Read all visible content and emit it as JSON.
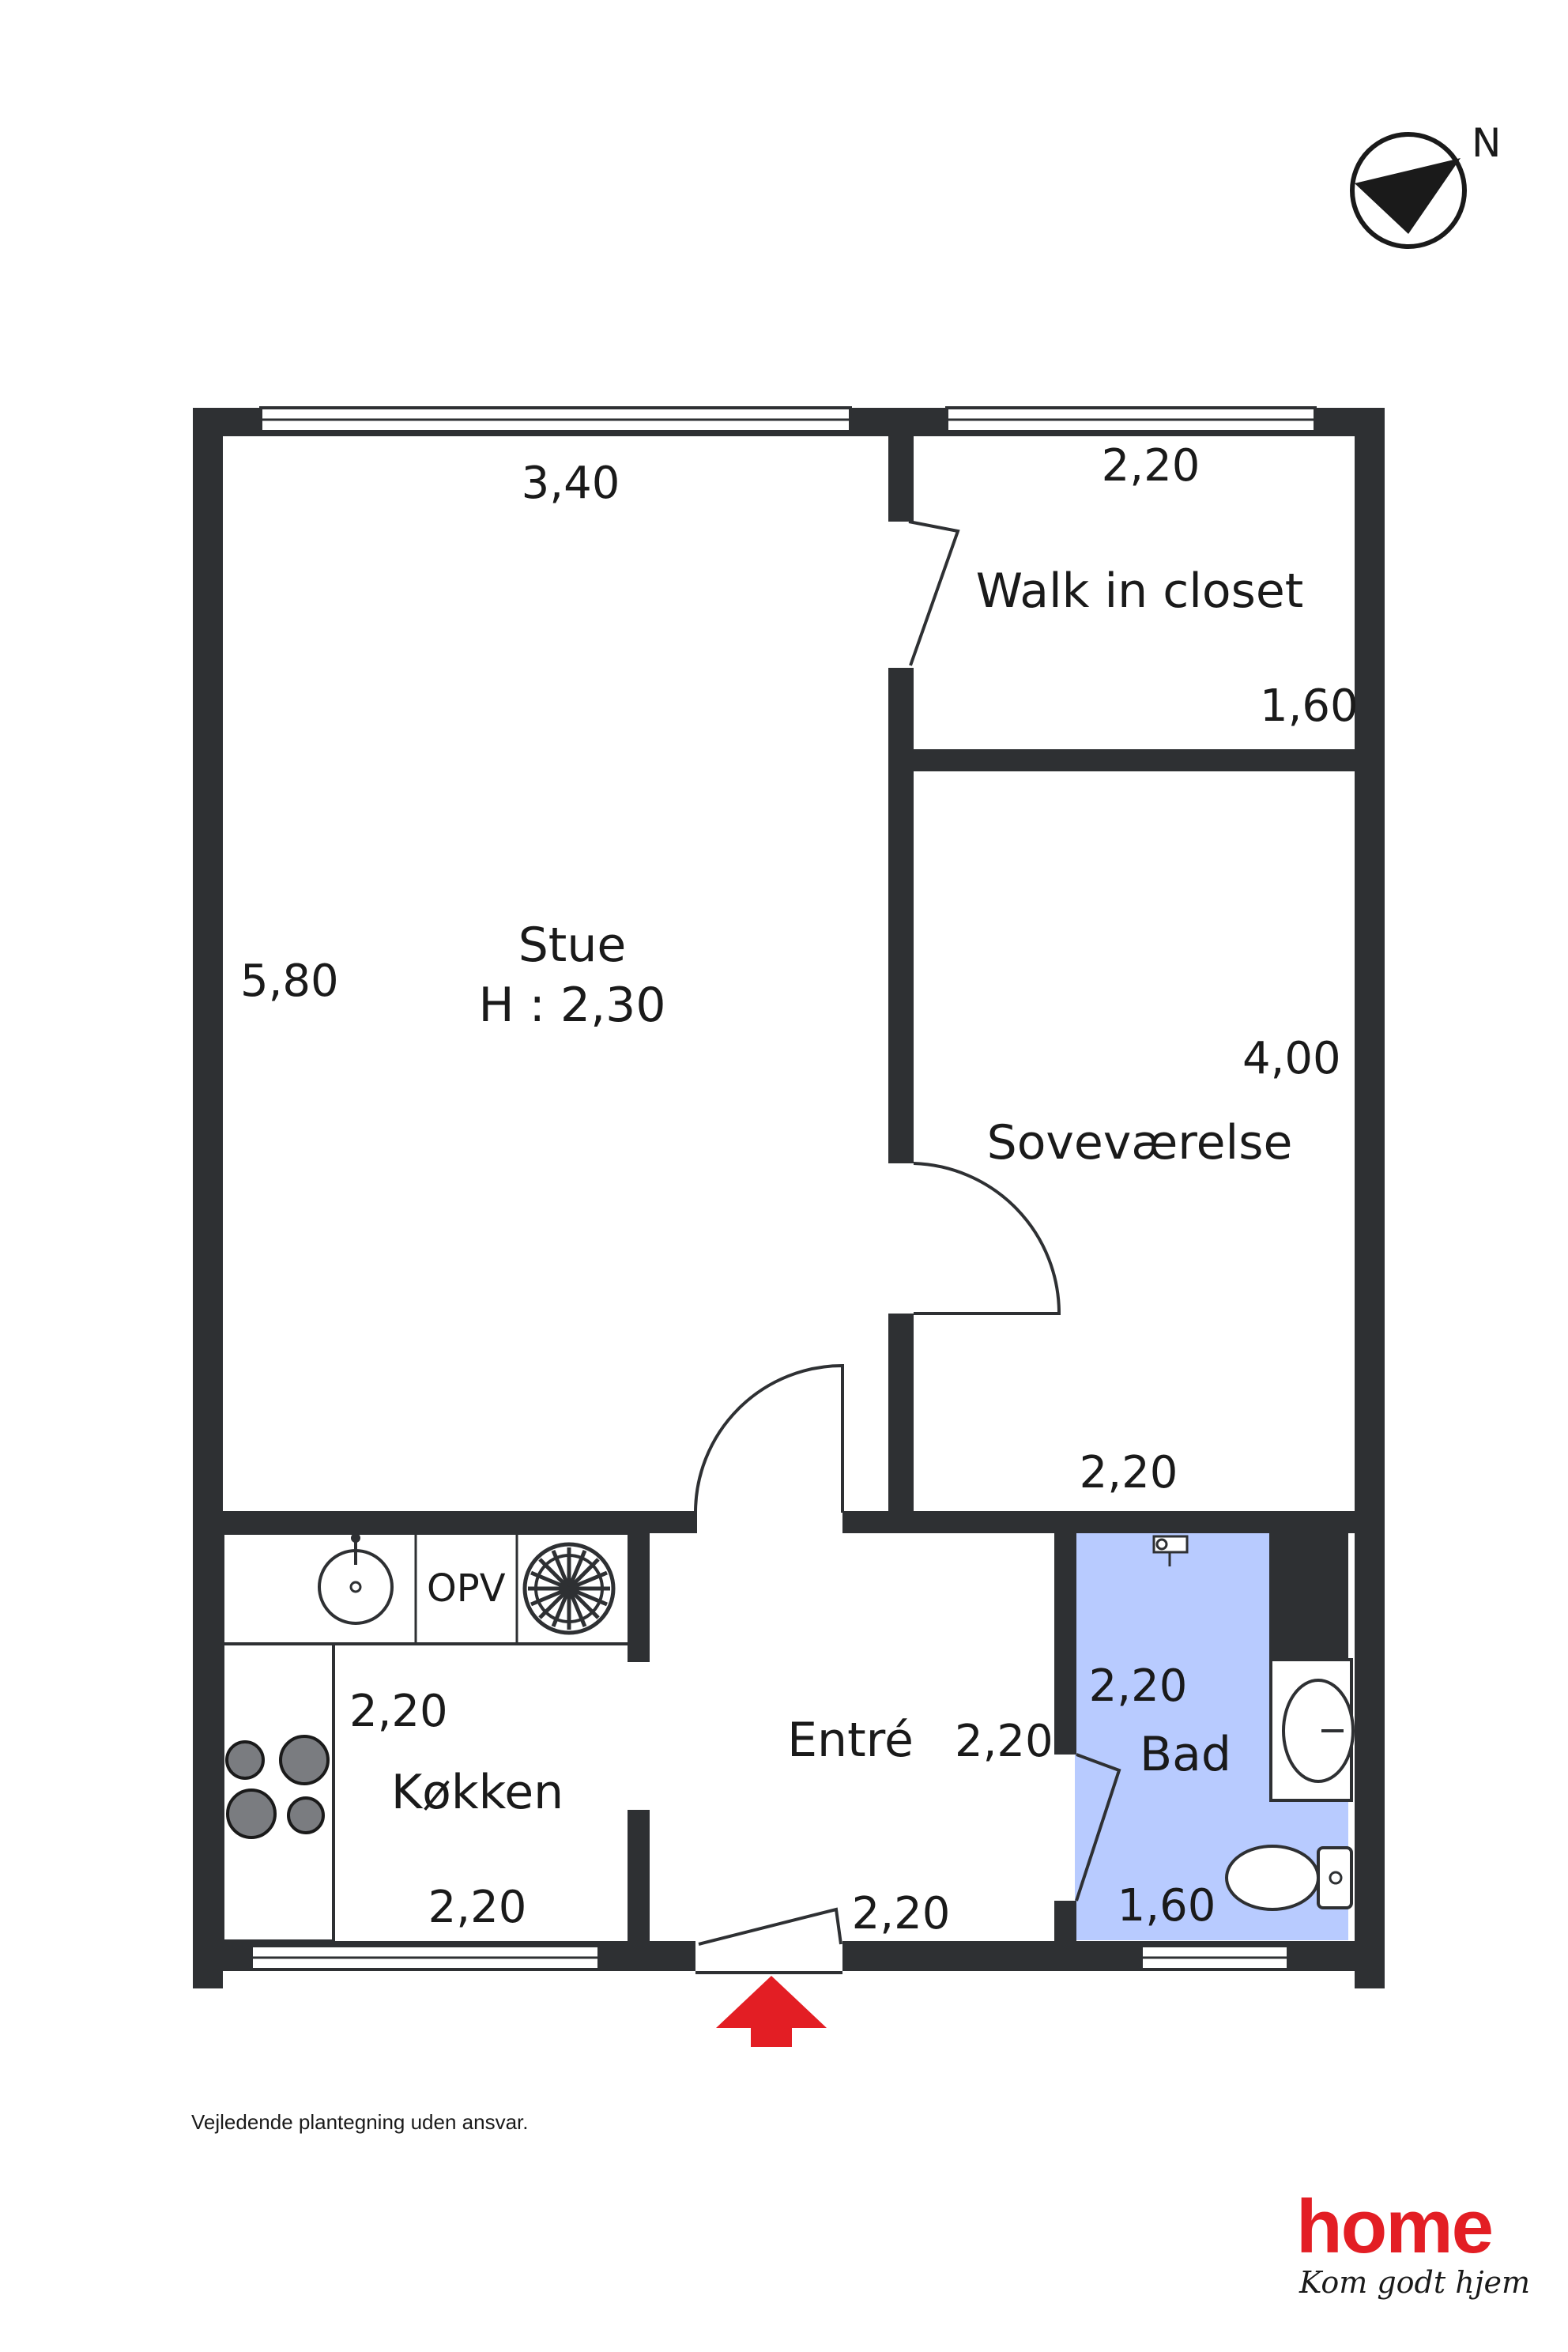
{
  "compass": {
    "north_label": "N",
    "icon": "compass-north-icon"
  },
  "rooms": {
    "stue": {
      "name": "Stue",
      "height": "H : 2,30",
      "width": "3,40",
      "length": "5,80"
    },
    "walk_in_closet": {
      "name": "Walk in closet",
      "width": "2,20",
      "depth": "1,60"
    },
    "sovevaerelse": {
      "name": "Soveværelse",
      "length": "4,00",
      "width": "2,20"
    },
    "kokken": {
      "name": "Køkken",
      "depth": "2,20",
      "width": "2,20",
      "fixture_label": "OPV"
    },
    "entre": {
      "name": "Entré",
      "depth": "2,20",
      "width": "2,20"
    },
    "bad": {
      "name": "Bad",
      "depth": "2,20",
      "width": "1,60"
    }
  },
  "colors": {
    "wall": "#2e3033",
    "bathroom": "#b8cbff",
    "entrance_arrow": "#e31e24",
    "brand": "#e31e24"
  },
  "entrance": {
    "icon": "entrance-arrow-icon"
  },
  "disclaimer": "Vejledende plantegning uden ansvar.",
  "brand": {
    "name": "home",
    "tagline": "Kom godt hjem"
  }
}
